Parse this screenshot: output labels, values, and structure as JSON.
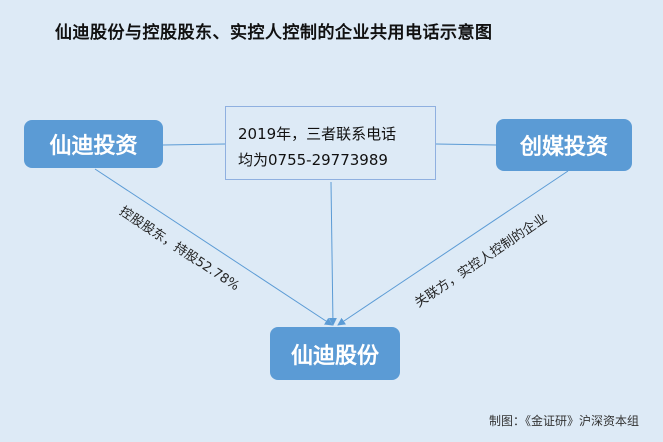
{
  "title": "仙迪股份与控股股东、实控人控制的企业共用电话示意图",
  "nodes": {
    "left": "仙迪投资",
    "right": "创媒投资",
    "bottom": "仙迪股份"
  },
  "note": {
    "line1": "2019年，三者联系电话",
    "line2": "均为0755-29773989"
  },
  "edge_labels": {
    "left": "控股股东，持股52.78%",
    "right": "关联方，实控人控制的企业"
  },
  "credit": "制图：《金证研》沪深资本组",
  "colors": {
    "node": "#5b9bd5",
    "background": "#ddeaf6",
    "line": "#5b9bd5"
  }
}
